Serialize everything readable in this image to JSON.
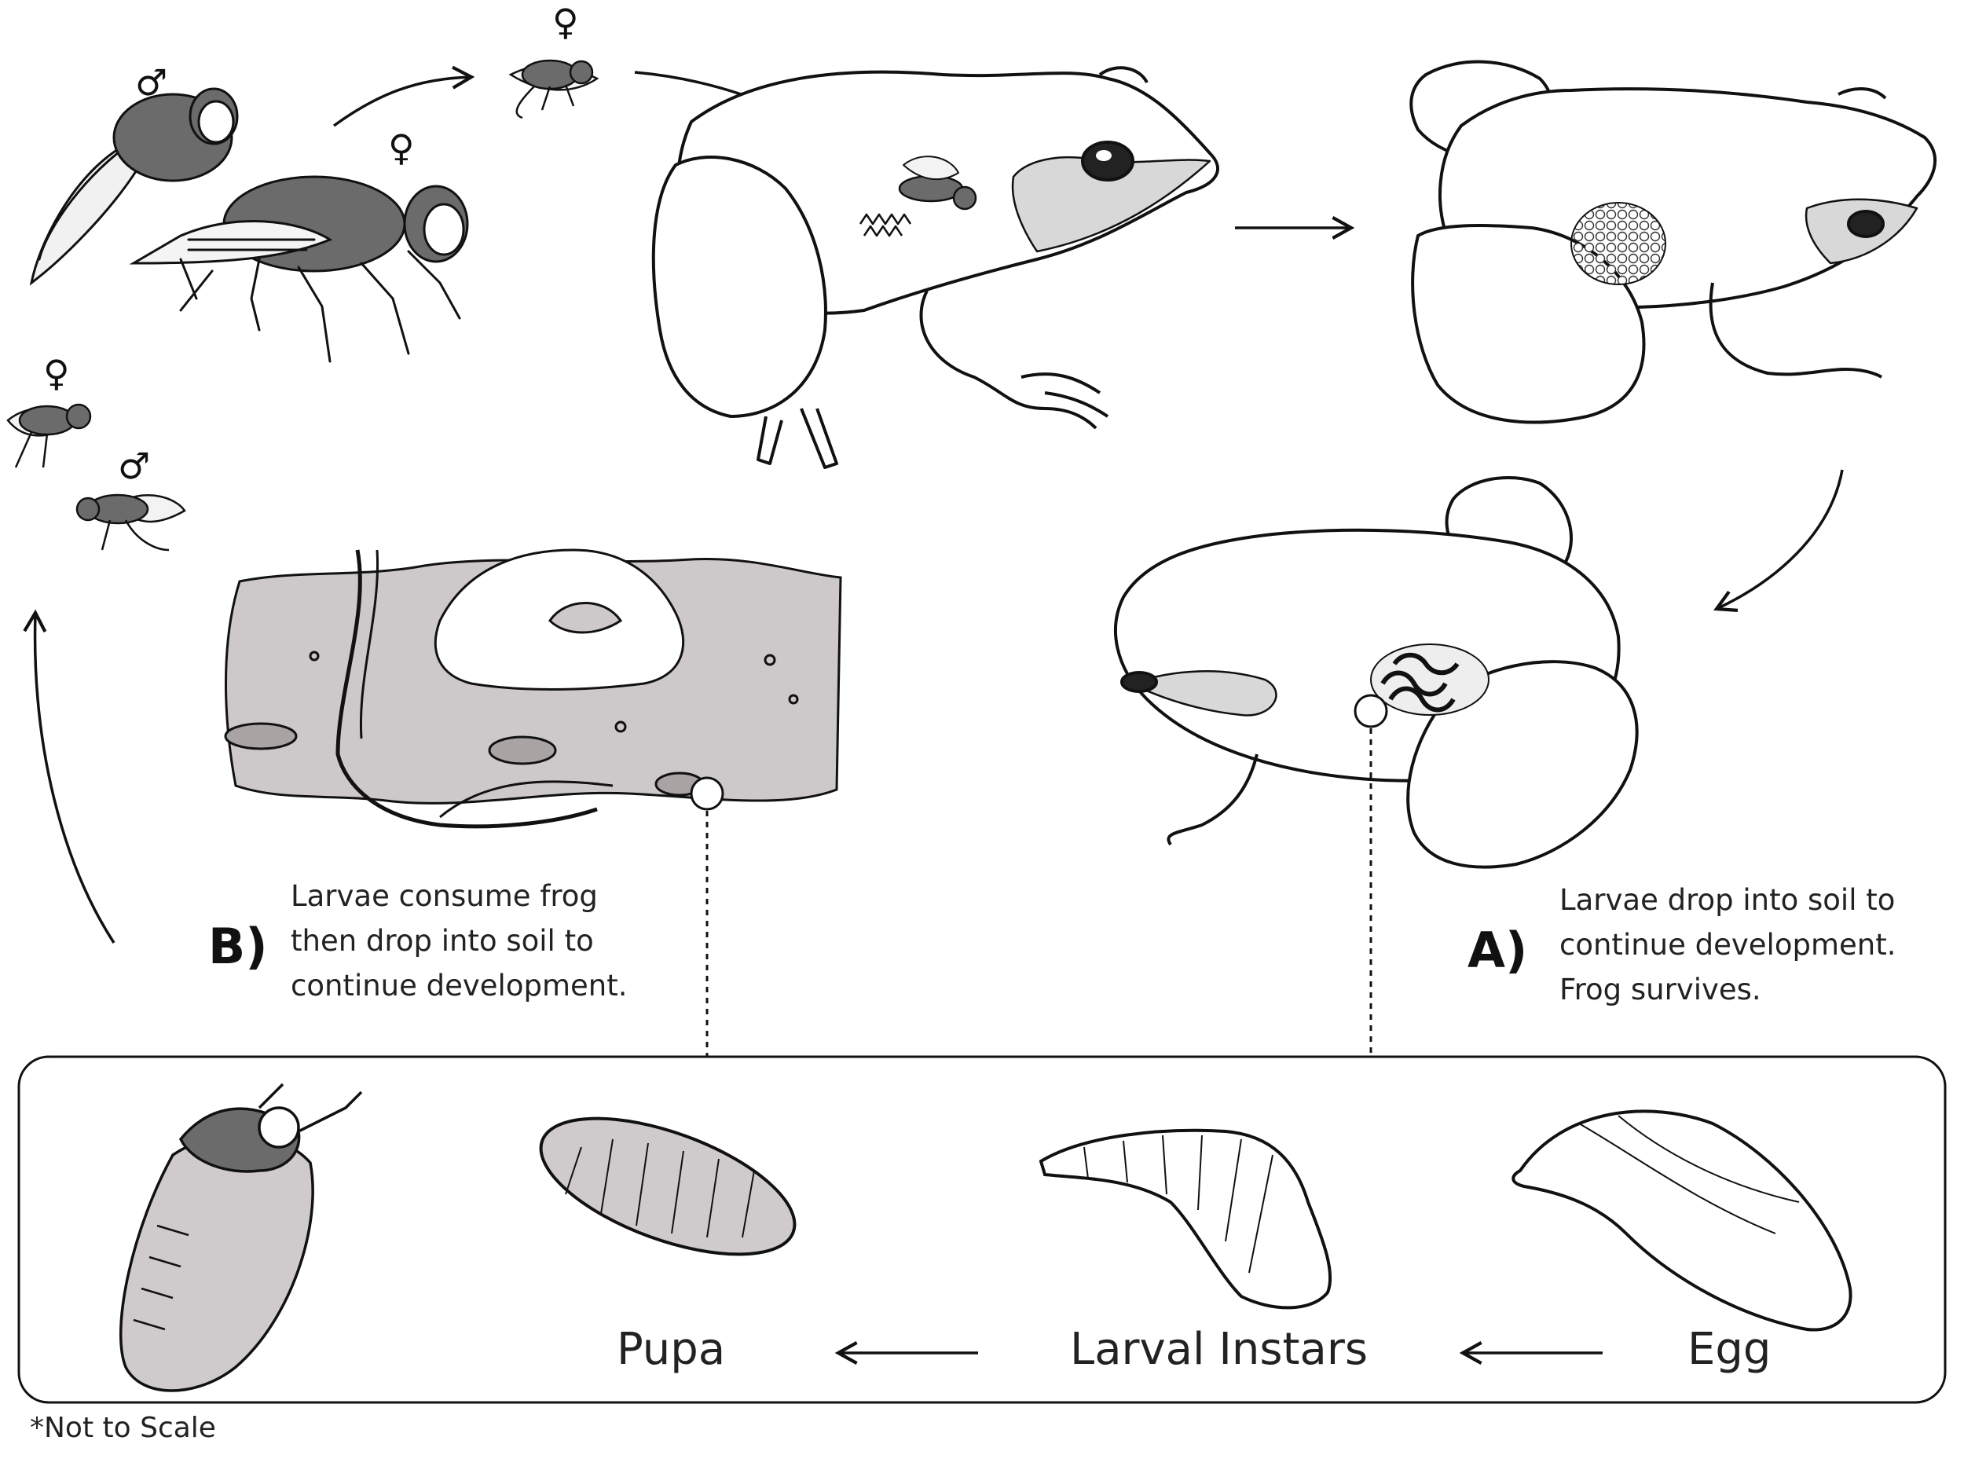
{
  "symbols": {
    "male": "♂",
    "female": "♀"
  },
  "captions": {
    "b": {
      "letter": "B)",
      "lines": [
        "Larvae consume frog",
        "then drop into soil to",
        "continue development."
      ]
    },
    "a": {
      "letter": "A)",
      "lines": [
        "Larvae drop into soil to",
        "continue development.",
        "Frog survives."
      ]
    }
  },
  "stages": {
    "pupa": "Pupa",
    "larval": "Larval Instars",
    "egg": "Egg"
  },
  "footnote": "*Not to Scale",
  "colors": {
    "ink": "#111111",
    "fly_body": "#6b6b6b",
    "soil": "#cdc8c9",
    "pupa_fill": "#cfcbcc"
  }
}
